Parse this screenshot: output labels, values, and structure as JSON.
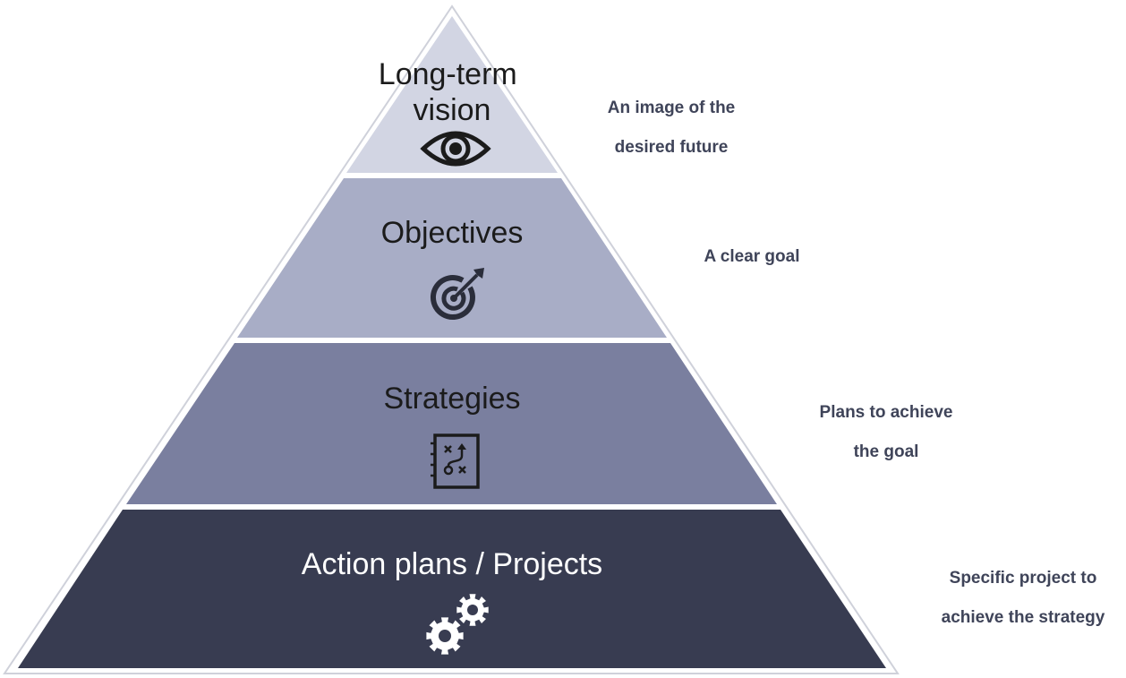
{
  "pyramid": {
    "tiers": [
      {
        "title_lines": [
          "Long-term",
          "vision"
        ],
        "icon": "eye-icon",
        "color": "#d2d5e3",
        "description_lines": [
          "An image of the",
          "desired future"
        ]
      },
      {
        "title_lines": [
          "Objectives"
        ],
        "icon": "target-icon",
        "color": "#a8adc6",
        "description_lines": [
          "A clear goal"
        ]
      },
      {
        "title_lines": [
          "Strategies"
        ],
        "icon": "strategy-board-icon",
        "color": "#7a7f9f",
        "description_lines": [
          "Plans to achieve",
          "the goal"
        ]
      },
      {
        "title_lines": [
          "Action plans / Projects"
        ],
        "icon": "gears-icon",
        "color": "#383c51",
        "description_lines": [
          "Specific project to",
          "achieve the strategy"
        ]
      }
    ],
    "outline_color": "#cfd1da",
    "text_color": "#3f4459"
  }
}
